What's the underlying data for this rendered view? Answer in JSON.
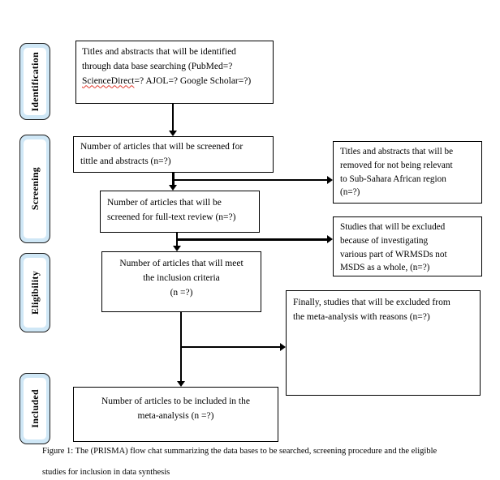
{
  "stages": {
    "identification": "Identification",
    "screening": "Screening",
    "eligibility": "Eligibility",
    "included": "Included"
  },
  "flow": {
    "identified_pre": "Titles and abstracts that will be identified\nthrough data base searching (PubMed=?\n",
    "identified_misspelled": "ScienceDirect",
    "identified_post": "=? AJOL=? Google\nScholar=?)",
    "screened_title": "Number of articles that will be screened for\ntittle and abstracts (n=?)",
    "screened_fulltext": "Number of articles that will be\nscreened for full-text review (n=?)",
    "inclusion": "Number of articles that will meet\nthe inclusion criteria\n(n =?)",
    "included_final": "Number of articles to be included in the\nmeta-analysis (n =?)"
  },
  "exclusions": {
    "not_relevant": "Titles and abstracts that will be\nremoved for not being relevant\nto Sub-Sahara African region\n(n=?)",
    "wrmsds": "Studies that will be excluded\nbecause of investigating\nvarious part of WRMSDs not\nMSDS as a whole, (n=?)",
    "final": "Finally, studies that will be excluded from\nthe meta-analysis with reasons (n=?)"
  },
  "caption": {
    "line1": "Figure 1: The (PRISMA) flow chat summarizing the data bases to be searched, screening procedure and the eligible",
    "line2": "studies for inclusion in data synthesis"
  },
  "colors": {
    "stage_fill": "#cfe7f6",
    "stage_inner": "#ffffff",
    "border": "#000000",
    "spellcheck_underline": "#e23a2e"
  }
}
